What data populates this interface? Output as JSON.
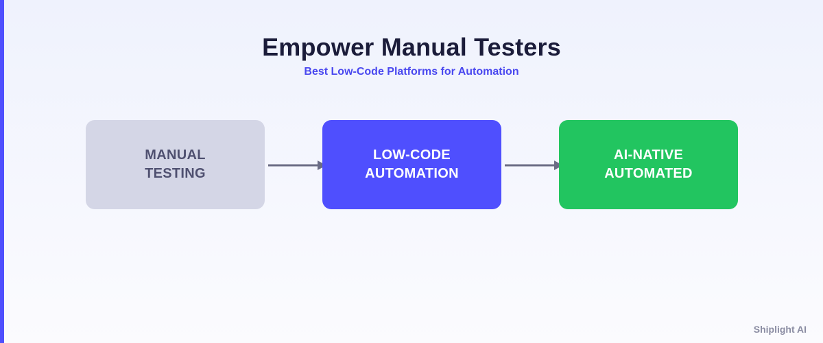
{
  "heading": {
    "title": "Empower Manual Testers",
    "subtitle": "Best Low-Code Platforms for Automation"
  },
  "stages": [
    {
      "label": "MANUAL\nTESTING",
      "color": "#d4d6e6",
      "text_color": "#4f5070"
    },
    {
      "label": "LOW-CODE\nAUTOMATION",
      "color": "#4f4ffe",
      "text_color": "#ffffff"
    },
    {
      "label": "AI-NATIVE\nAUTOMATED",
      "color": "#22c560",
      "text_color": "#ffffff"
    }
  ],
  "colors": {
    "accent": "#4f4ffe",
    "arrow": "#6b6c85",
    "title": "#1b1c3a",
    "subtitle": "#4a48ef"
  },
  "footer": {
    "brand": "Shiplight AI"
  }
}
